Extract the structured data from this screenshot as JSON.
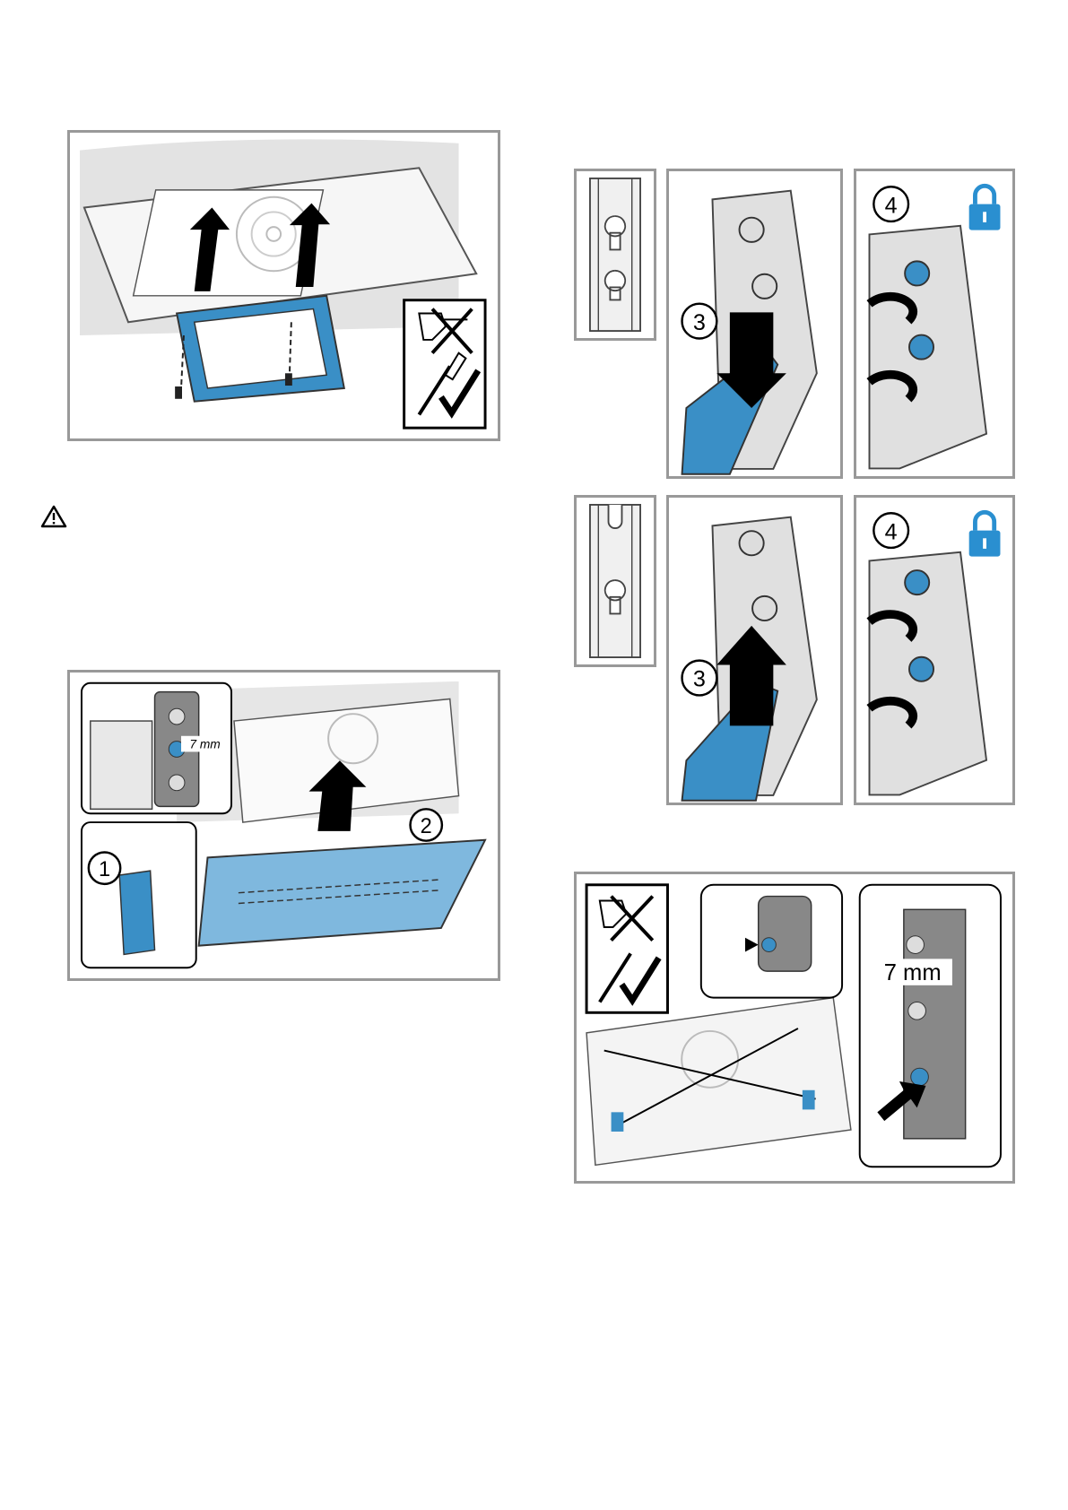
{
  "figure1": {
    "description_icons": [
      "up-arrow-icon",
      "drill-crossed-icon",
      "screwdriver-check-icon"
    ]
  },
  "warning": {
    "icon": "warning-triangle-icon"
  },
  "figure2": {
    "step1": "1",
    "step2": "2",
    "measurement": "7 mm"
  },
  "rail_keyhole_row": {
    "step3": "3",
    "step4": "4",
    "lock_icon": "lock-icon"
  },
  "rail_slot_row": {
    "step3": "3",
    "step4": "4",
    "lock_icon": "lock-icon"
  },
  "figure5": {
    "measurement": "7 mm"
  },
  "colors": {
    "accent_blue": "#3a8fc6",
    "lock_blue": "#2a8fd0",
    "frame_gray": "#999999",
    "surface_gray": "#dcdcdc"
  }
}
